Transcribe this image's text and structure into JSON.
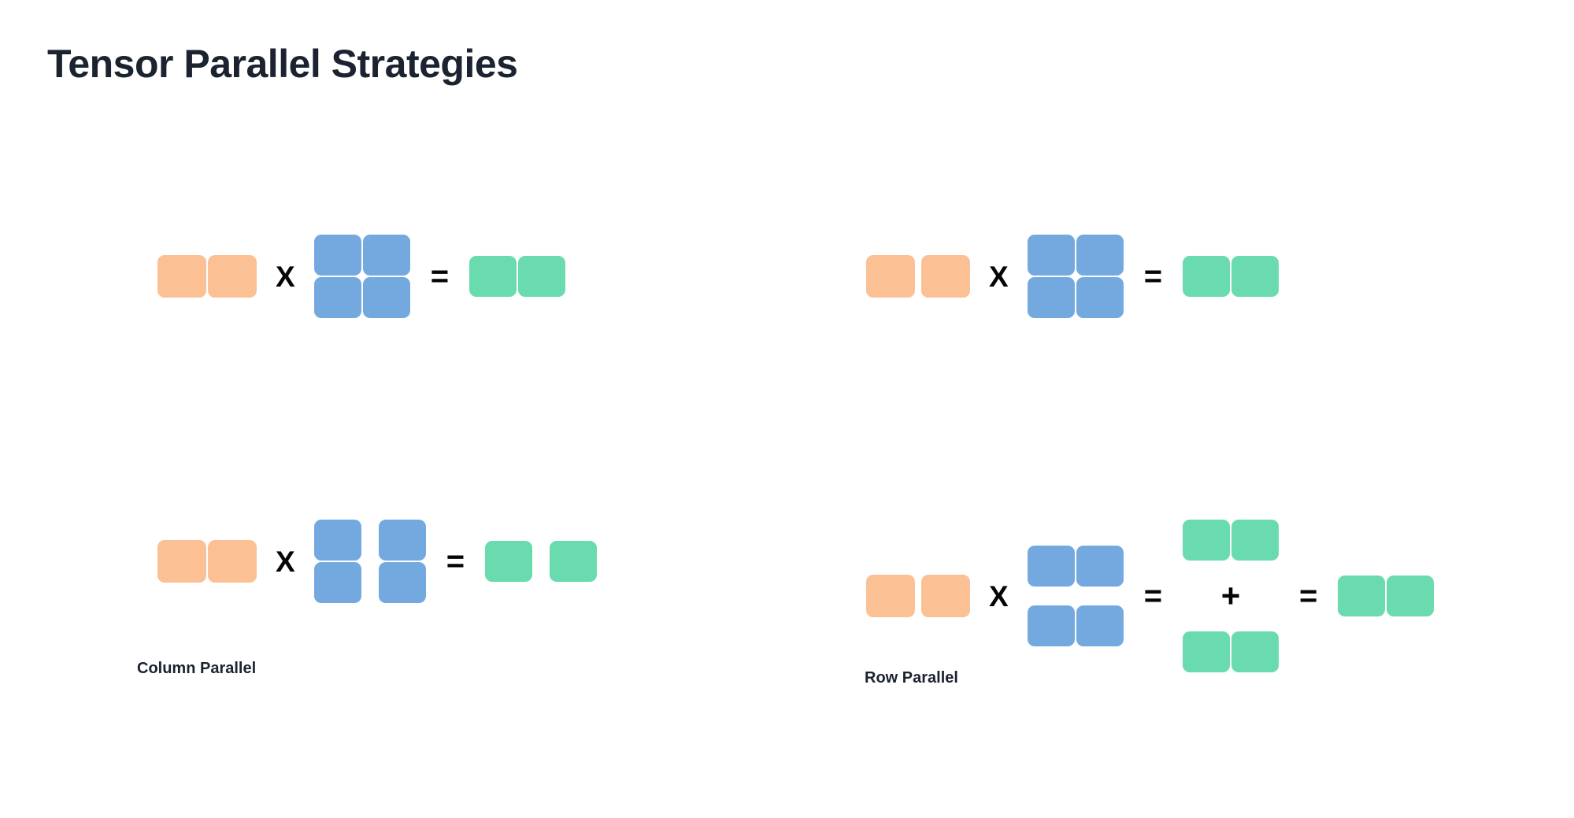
{
  "page": {
    "title": "Tensor Parallel Strategies",
    "background": "#FFFFFF"
  },
  "colors": {
    "input_orange": "#FBC094",
    "weight_blue": "#74A9DF",
    "output_green": "#69DBAE",
    "text_dark": "#1B2330",
    "operator_black": "#050505"
  },
  "operators": {
    "times": "X",
    "equals": "=",
    "plus": "+"
  },
  "strategies": [
    {
      "id": "column-parallel",
      "label": "Column Parallel",
      "unsharded": {
        "input": {
          "rows": 1,
          "cols": 2,
          "color": "input_orange"
        },
        "weight": {
          "rows": 2,
          "cols": 2,
          "color": "weight_blue",
          "split": "none"
        },
        "output": {
          "rows": 1,
          "cols": 2,
          "color": "output_green",
          "split": "none"
        }
      },
      "sharded": {
        "input": {
          "rows": 1,
          "cols": 2,
          "color": "input_orange",
          "split": "none"
        },
        "weight": {
          "rows": 2,
          "cols": 2,
          "color": "weight_blue",
          "split": "columns",
          "shards": 2
        },
        "output": {
          "rows": 1,
          "cols": 2,
          "color": "output_green",
          "split": "columns",
          "shards": 2
        }
      }
    },
    {
      "id": "row-parallel",
      "label": "Row Parallel",
      "unsharded": {
        "input": {
          "rows": 1,
          "cols": 2,
          "color": "input_orange"
        },
        "weight": {
          "rows": 2,
          "cols": 2,
          "color": "weight_blue",
          "split": "none"
        },
        "output": {
          "rows": 1,
          "cols": 2,
          "color": "output_green",
          "split": "none"
        }
      },
      "sharded": {
        "input": {
          "rows": 1,
          "cols": 2,
          "color": "input_orange",
          "split": "columns",
          "shards": 2
        },
        "weight": {
          "rows": 2,
          "cols": 2,
          "color": "weight_blue",
          "split": "rows",
          "shards": 2
        },
        "partial_outputs": [
          {
            "rows": 1,
            "cols": 2,
            "color": "output_green"
          },
          {
            "rows": 1,
            "cols": 2,
            "color": "output_green"
          }
        ],
        "final_output": {
          "rows": 1,
          "cols": 2,
          "color": "output_green"
        }
      }
    }
  ],
  "labels": {
    "column_parallel": "Column Parallel",
    "row_parallel": "Row Parallel"
  }
}
